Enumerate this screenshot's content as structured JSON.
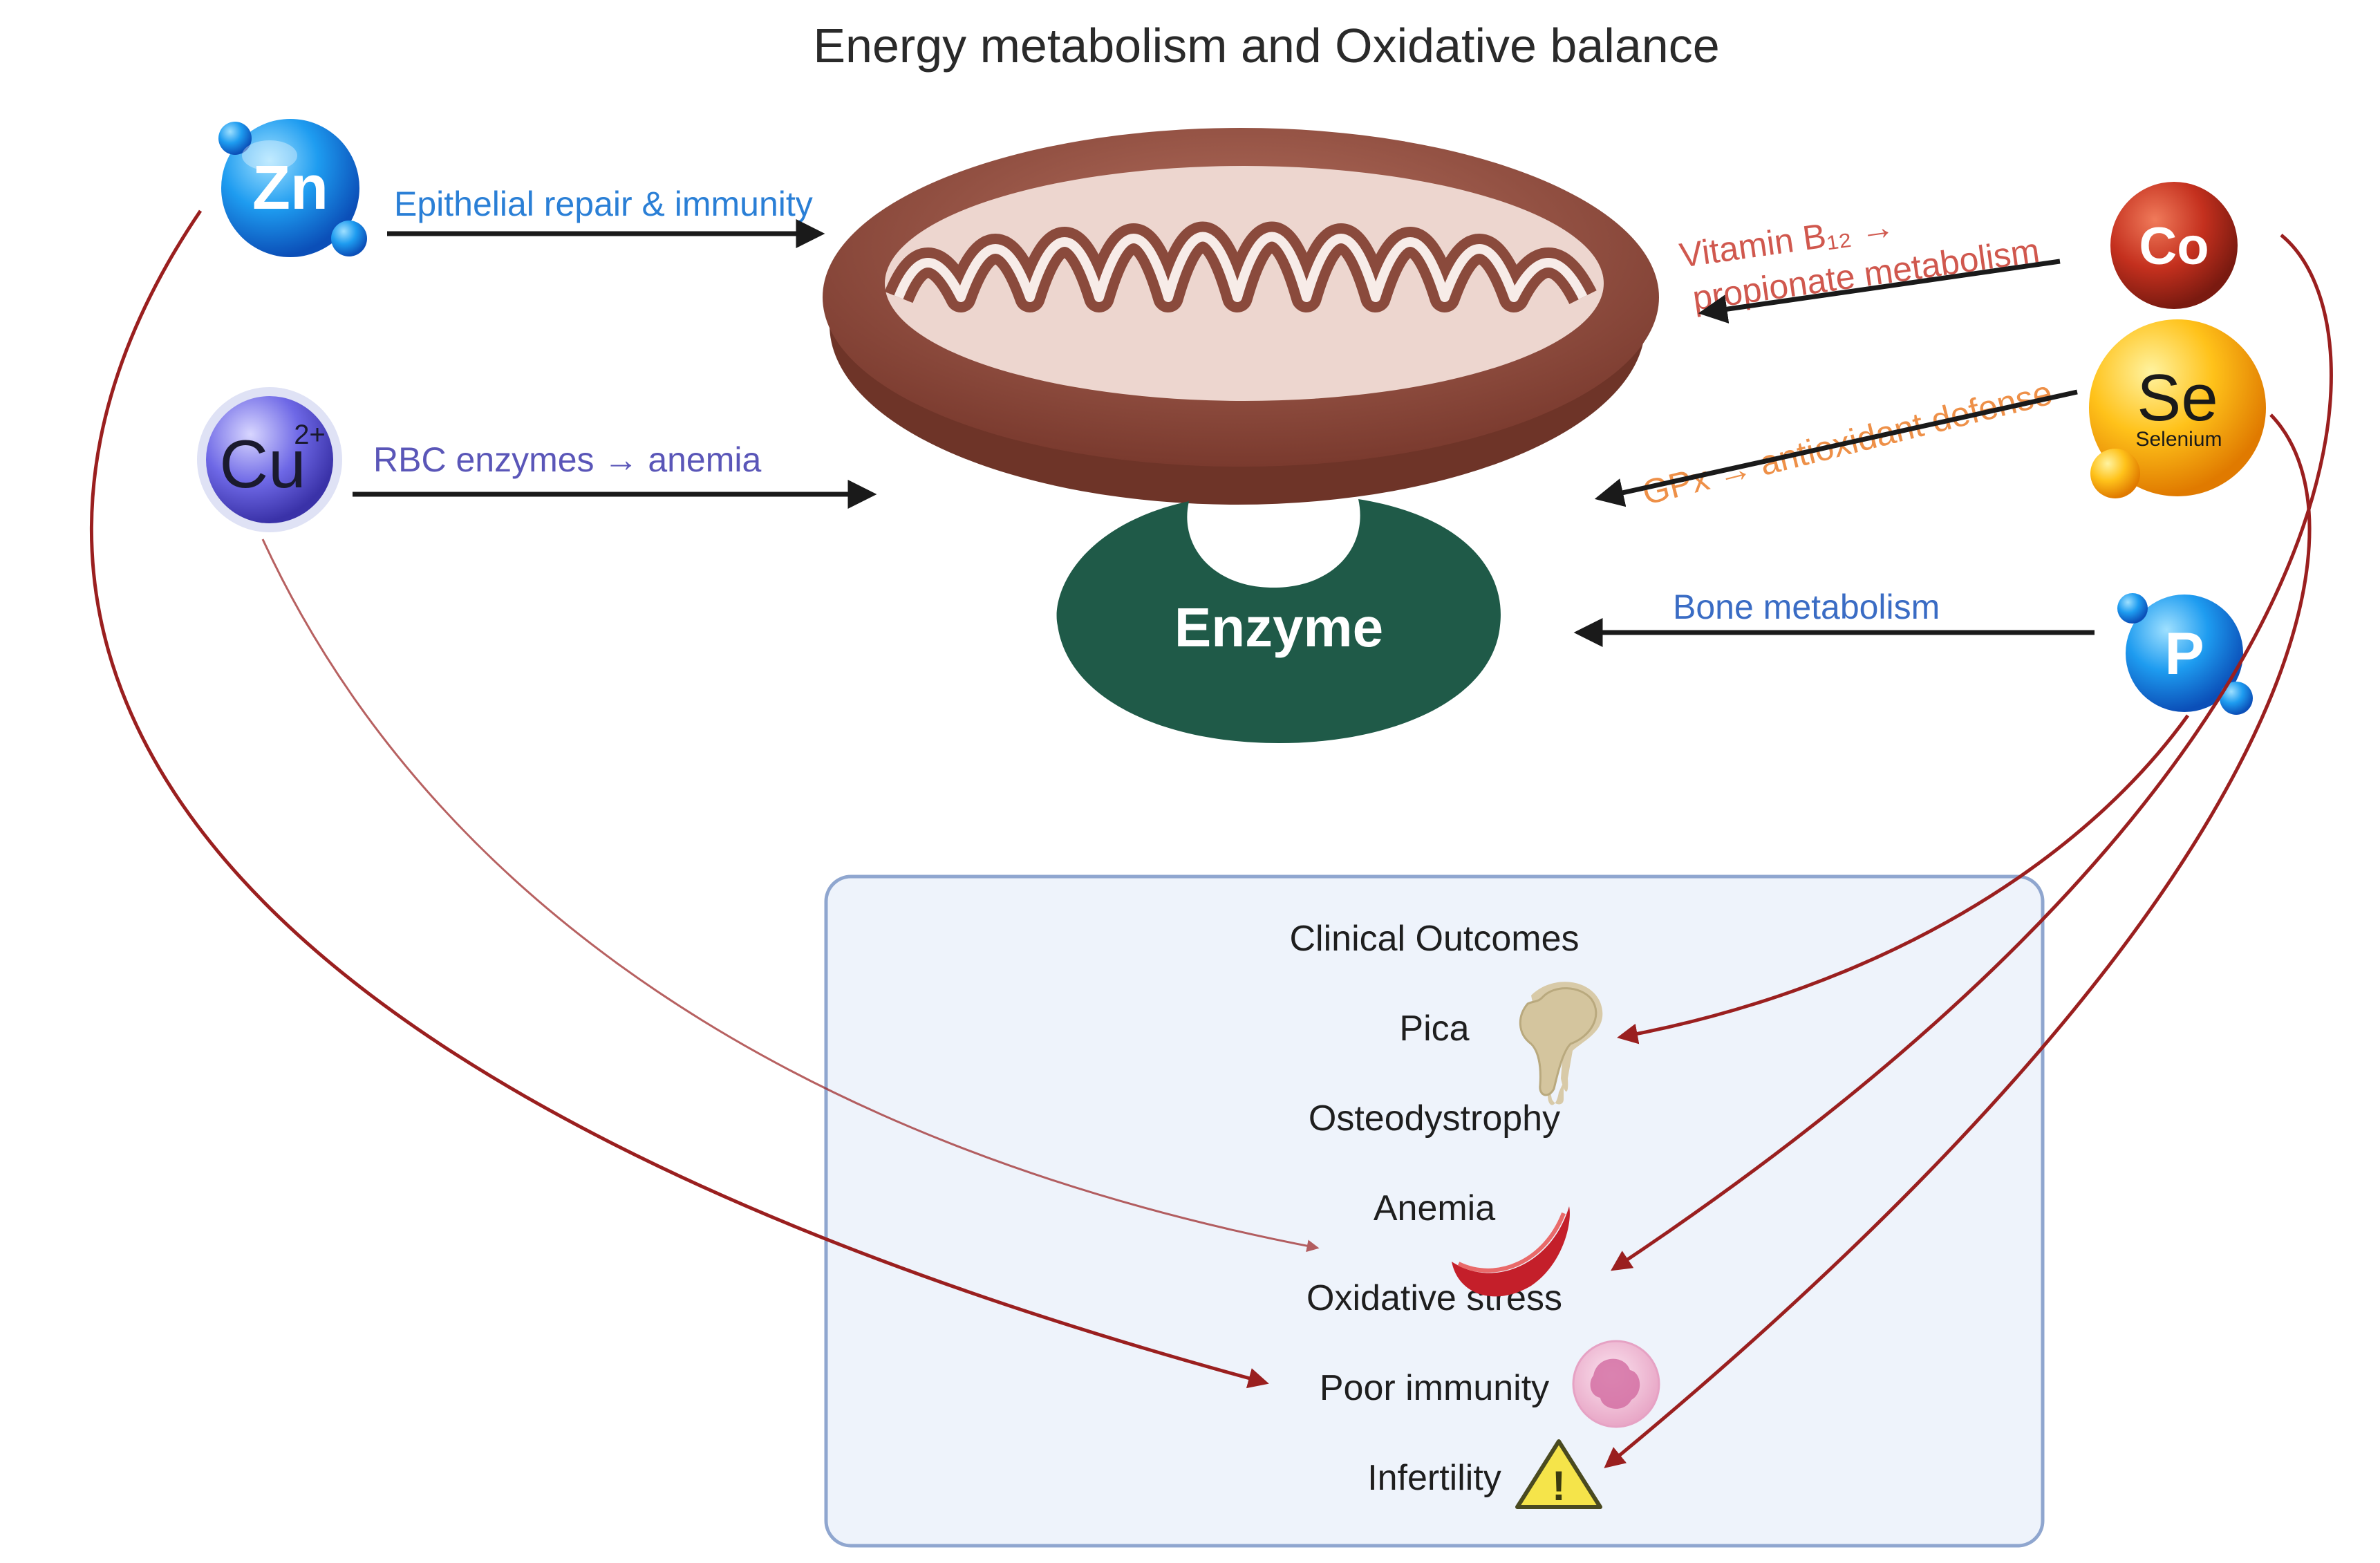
{
  "title": "Energy metabolism and Oxidative balance",
  "center": {
    "enzyme_label": "Enzyme"
  },
  "elements": {
    "zn": {
      "symbol": "Zn",
      "label": "Epithelial repair & immunity",
      "color": "#2a7fd6"
    },
    "cu": {
      "symbol": "Cu",
      "charge": "2+",
      "label": "RBC enzymes → anemia",
      "color": "#5a56b8"
    },
    "co": {
      "symbol": "Co",
      "label_line1": "Vitamin B₁₂ →",
      "label_line2": "propionate metabolism",
      "color": "#d0584e"
    },
    "se": {
      "symbol": "Se",
      "name": "Selenium",
      "label": "GPx → antioxidant defense",
      "color": "#ee9048"
    },
    "p": {
      "symbol": "P",
      "label": "Bone metabolism",
      "color": "#3a6cc4"
    }
  },
  "outcomes": {
    "title": "Clinical Outcomes",
    "items": [
      "Pica",
      "Osteodystrophy",
      "Anemia",
      "Oxidative stress",
      "Poor immunity",
      "Infertility"
    ],
    "warning_glyph": "!"
  },
  "colors": {
    "arrow_black": "#1a1a1a",
    "arrow_red": "#9a1f1f",
    "enzyme": "#1f5a48",
    "mito_outer": "#8a4a3c",
    "outcome_box_fill": "#eef3fb",
    "outcome_box_stroke": "#8fa6cf"
  }
}
